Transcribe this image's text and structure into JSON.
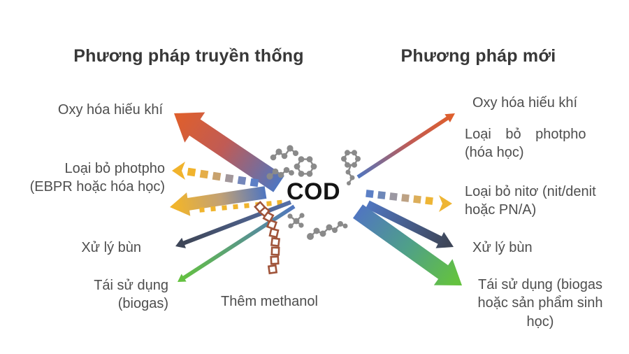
{
  "headers": {
    "traditional": "Phương pháp truyền thống",
    "new": "Phương pháp mới"
  },
  "center": {
    "cod_label": "COD",
    "methanol_label": "Thêm methanol"
  },
  "traditional": {
    "aerobic": "Oxy hóa hiếu khí",
    "phosphorus_l1": "Loại bỏ photpho",
    "phosphorus_l2": "(EBPR hoặc hóa học)",
    "sludge": "Xử lý bùn",
    "reuse_l1": "Tái sử dụng",
    "reuse_l2": "(biogas)"
  },
  "new": {
    "aerobic": "Oxy hóa hiếu khí",
    "phosphorus_l1": "Loại bỏ photpho",
    "phosphorus_l2": "(hóa học)",
    "nitrogen_l1": "Loại bỏ nitơ (nit/denit",
    "nitrogen_l2": "hoặc PN/A)",
    "sludge": "Xử lý bùn",
    "reuse_l1": "Tái sử dụng (biogas",
    "reuse_l2": "hoặc sản phẩm sinh",
    "reuse_l3": "học)"
  },
  "colors": {
    "heading_text": "#383838",
    "label_text": "#4e4e4e",
    "cod_text": "#141414",
    "arrow_blue": "#5076c0",
    "arrow_orange": "#de5f2d",
    "arrow_red_mid": "#c05b55",
    "arrow_yellow": "#f0b42d",
    "arrow_tan_mid": "#c2a175",
    "arrow_navy_tail": "#5670a8",
    "arrow_slate_dark": "#3e4658",
    "arrow_teal_mid": "#4f9f8a",
    "arrow_green": "#64c23f",
    "methanol_brown": "#a0543a",
    "molecule_gray": "#8a8a8a",
    "left_dash_colors": [
      "#f1b32c",
      "#e5ae49",
      "#c8a26e",
      "#a2979b",
      "#7487bb",
      "#5c7fc6"
    ],
    "right_dash_colors": [
      "#5c80c6",
      "#6d87b8",
      "#9b98a2",
      "#bda284",
      "#dcae5a",
      "#eeb535"
    ]
  }
}
